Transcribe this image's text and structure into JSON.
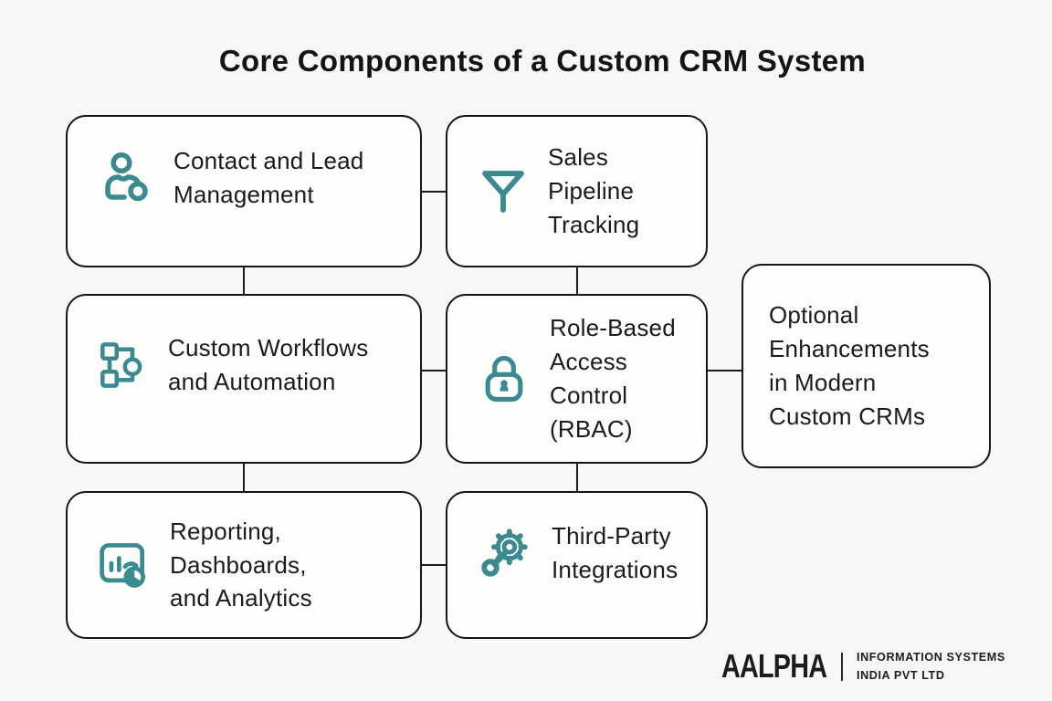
{
  "title": "Core Components of a Custom CRM System",
  "colors": {
    "accent_teal": "#3A8A8F",
    "text": "#1b1b1b",
    "box_border": "#161616",
    "box_fill": "#fdfdfc",
    "background": "#f7f7f5"
  },
  "boxes": [
    {
      "id": "contact-lead-management",
      "label": "Contact and Lead\nManagement",
      "icon": "person-contact-icon"
    },
    {
      "id": "sales-pipeline-tracking",
      "label": "Sales\nPipeline\nTracking",
      "icon": "funnel-icon"
    },
    {
      "id": "custom-workflows-automation",
      "label": "Custom Workflows\nand Automation",
      "icon": "workflow-icon"
    },
    {
      "id": "role-based-access-control",
      "label": "Role-Based\nAccess\nControl\n(RBAC)",
      "icon": "lock-icon"
    },
    {
      "id": "optional-enhancements",
      "label": "Optional\nEnhancements\nin Modern\nCustom CRMs",
      "icon": null
    },
    {
      "id": "reporting-dashboards-analytics",
      "label": "Reporting,\nDashboards,\nand Analytics",
      "icon": "dashboard-analytics-icon"
    },
    {
      "id": "third-party-integrations",
      "label": "Third-Party\nIntegrations",
      "icon": "gear-wrench-icon"
    }
  ],
  "footer": {
    "brand": "AALPHA",
    "tagline_line1": "INFORMATION SYSTEMS",
    "tagline_line2": "INDIA PVT LTD"
  }
}
